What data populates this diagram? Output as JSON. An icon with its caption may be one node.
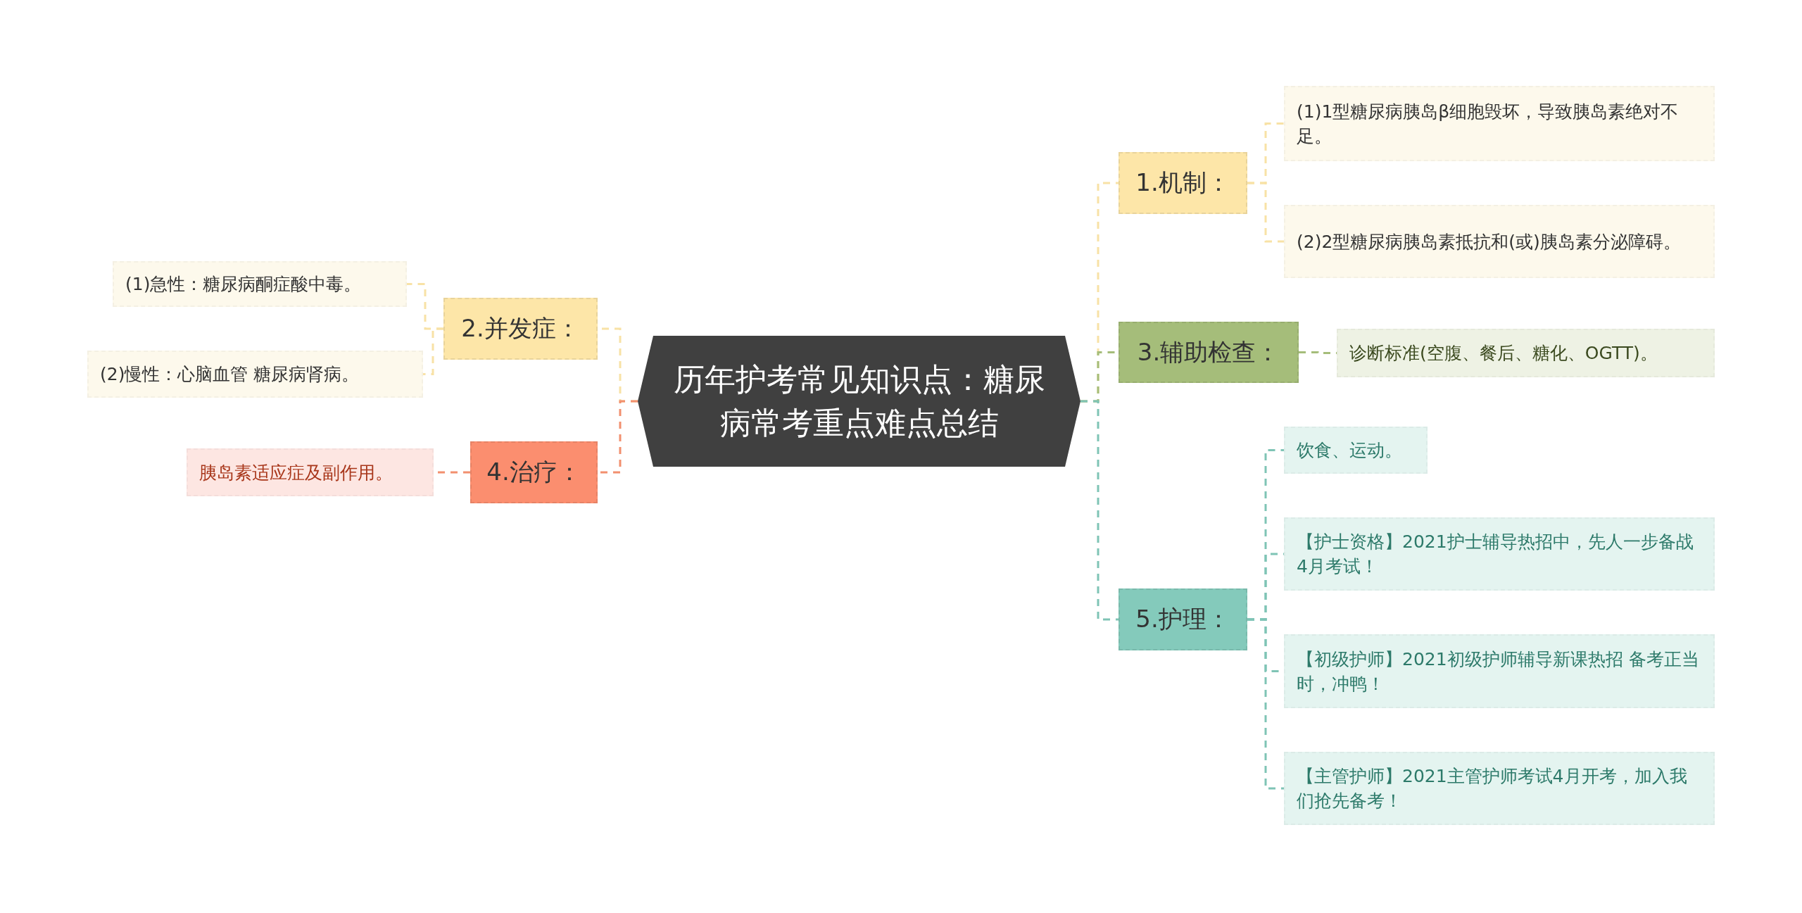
{
  "diagram": {
    "nodes": [
      {
        "text": [
          "历年护考常见知识点：糖尿病常考重点难点总结"
        ]
      },
      {
        "text": [
          "1.机制："
        ]
      },
      {
        "text": [
          "(1)1型糖尿病胰岛β细胞毁坏，导致胰岛素绝对不足。"
        ]
      },
      {
        "text": [
          "(2)2型糖尿病胰岛素抵抗和(或)胰岛素分泌障碍。"
        ]
      },
      {
        "text": [
          "2.并发症："
        ]
      },
      {
        "text": [
          "(1)急性：糖尿病酮症酸中毒。"
        ]
      },
      {
        "text": [
          "(2)慢性：心脑血管 糖尿病肾病。"
        ]
      },
      {
        "text": [
          "3.辅助检查："
        ]
      },
      {
        "text": [
          "诊断标准(空腹、餐后、糖化、OGTT)。"
        ]
      },
      {
        "text": [
          "4.治疗："
        ]
      },
      {
        "text": [
          "胰岛素适应症及副作用。"
        ]
      },
      {
        "text": [
          "5.护理："
        ]
      },
      {
        "text": [
          "饮食、运动。"
        ]
      },
      {
        "text": [
          "【护士资格】2021护士辅导热招中，先人一步备战4月考试！"
        ]
      },
      {
        "text": [
          "【初级护师】2021初级护师辅导新课热招 备考正当时，冲鸭！"
        ]
      },
      {
        "text": [
          "【主管护师】2021主管护师考试4月开考，加入我们抢先备考！"
        ]
      }
    ],
    "edges": [
      {
        "from": 0,
        "to": 1,
        "arrow": "none",
        "style": "dashed",
        "color": "#f8e2a6"
      },
      {
        "from": 1,
        "to": 2,
        "arrow": "none",
        "style": "dashed",
        "color": "#f8e2a6"
      },
      {
        "from": 1,
        "to": 3,
        "arrow": "none",
        "style": "dashed",
        "color": "#f8e2a6"
      },
      {
        "from": 0,
        "to": 4,
        "arrow": "none",
        "style": "dashed",
        "color": "#f8e2a6"
      },
      {
        "from": 4,
        "to": 5,
        "arrow": "none",
        "style": "dashed",
        "color": "#f8e2a6"
      },
      {
        "from": 4,
        "to": 6,
        "arrow": "none",
        "style": "dashed",
        "color": "#f8e2a6"
      },
      {
        "from": 0,
        "to": 7,
        "arrow": "none",
        "style": "dashed",
        "color": "#a5bd7a"
      },
      {
        "from": 7,
        "to": 8,
        "arrow": "none",
        "style": "dashed",
        "color": "#a5bd7a"
      },
      {
        "from": 0,
        "to": 9,
        "arrow": "none",
        "style": "dashed",
        "color": "#f2906f"
      },
      {
        "from": 9,
        "to": 10,
        "arrow": "none",
        "style": "dashed",
        "color": "#f2906f"
      },
      {
        "from": 0,
        "to": 11,
        "arrow": "none",
        "style": "dashed",
        "color": "#7fc4b5"
      },
      {
        "from": 11,
        "to": 12,
        "arrow": "none",
        "style": "dashed",
        "color": "#7fc4b5"
      },
      {
        "from": 11,
        "to": 13,
        "arrow": "none",
        "style": "dashed",
        "color": "#7fc4b5"
      },
      {
        "from": 11,
        "to": 14,
        "arrow": "none",
        "style": "dashed",
        "color": "#7fc4b5"
      },
      {
        "from": 11,
        "to": 15,
        "arrow": "none",
        "style": "dashed",
        "color": "#7fc4b5"
      }
    ]
  }
}
